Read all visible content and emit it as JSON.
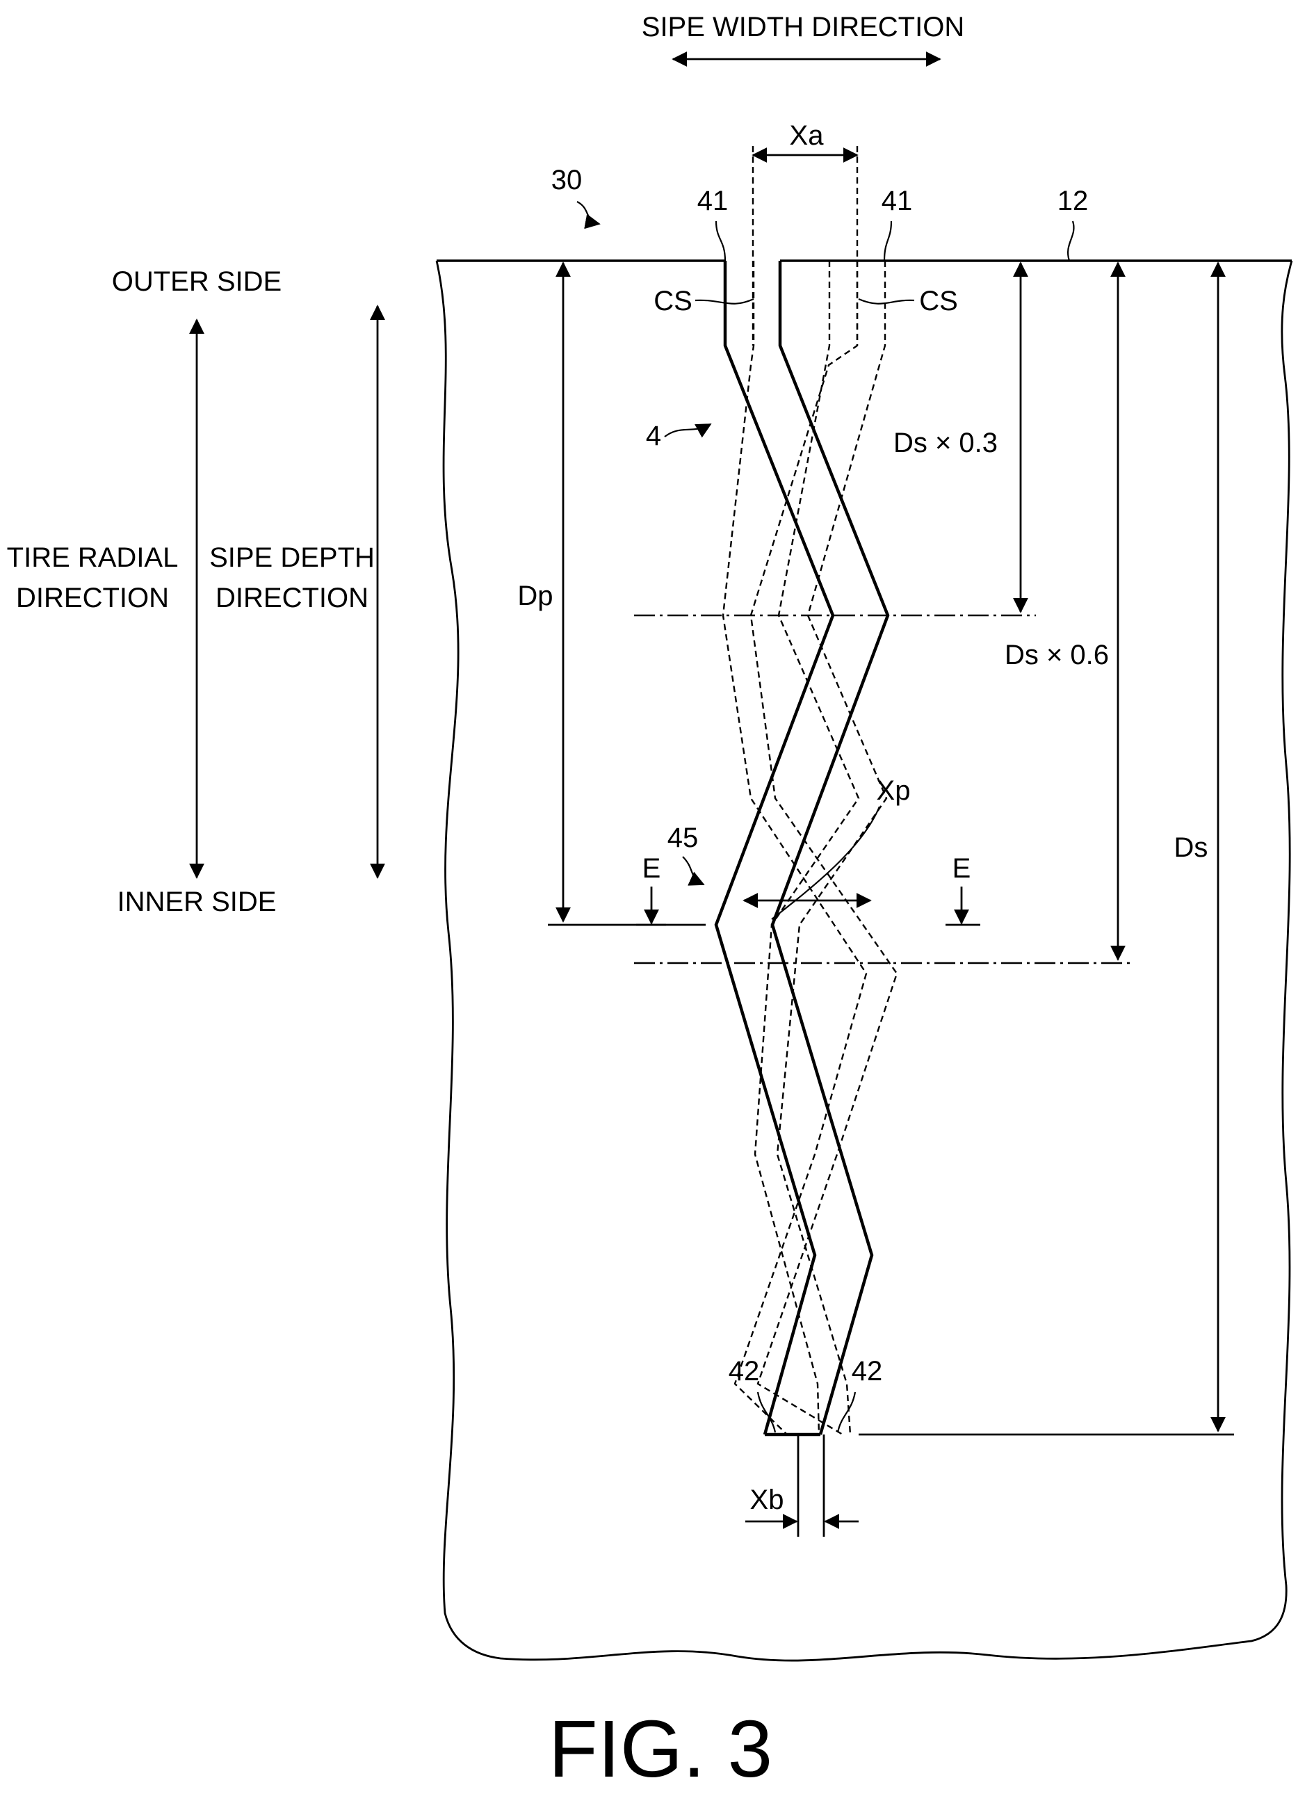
{
  "header": {
    "width_direction": "SIPE WIDTH DIRECTION"
  },
  "sides": {
    "outer": "OUTER SIDE",
    "inner": "INNER SIDE"
  },
  "directions": {
    "tire_radial_line1": "TIRE RADIAL",
    "tire_radial_line2": "DIRECTION",
    "sipe_depth_line1": "SIPE DEPTH",
    "sipe_depth_line2": "DIRECTION"
  },
  "refs": {
    "block": "30",
    "surface": "12",
    "sipe": "4",
    "opening_left": "41",
    "opening_right": "41",
    "bottom_left": "42",
    "bottom_right": "42",
    "bend": "45",
    "cs_left": "CS",
    "cs_right": "CS",
    "section_left": "E",
    "section_right": "E"
  },
  "dimensions": {
    "xa": "Xa",
    "xb": "Xb",
    "xp": "Xp",
    "dp": "Dp",
    "ds": "Ds",
    "ds03": "Ds × 0.3",
    "ds06": "Ds × 0.6"
  },
  "figure": {
    "label": "FIG. 3"
  }
}
